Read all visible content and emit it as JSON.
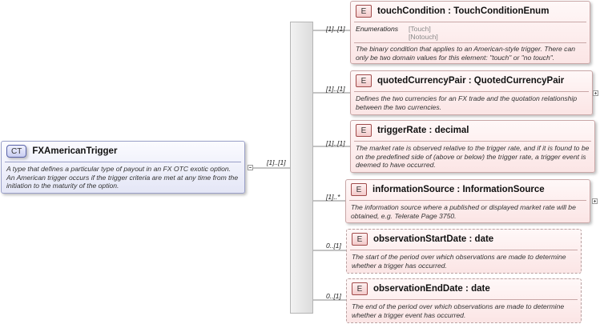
{
  "complex_type": {
    "badge": "CT",
    "name": "FXAmericanTrigger",
    "documentation": "A type that defines a particular type of payout in an FX OTC exotic option. An American trigger occurs if the trigger criteria are met at any time from the initiation to the maturity of the option.",
    "sequence_cardinality": "[1]..[1]"
  },
  "element_badge": "E",
  "elements": [
    {
      "name": "touchCondition",
      "type": "TouchConditionEnum",
      "cardinality": "[1]..[1]",
      "enumerations_label": "Enumerations",
      "enumerations": [
        "[Touch]",
        "[Notouch]"
      ],
      "documentation": "The binary condition that applies to an American-style trigger. There can only be two domain values for this element: \"touch\" or \"no touch\"."
    },
    {
      "name": "quotedCurrencyPair",
      "type": "QuotedCurrencyPair",
      "cardinality": "[1]..[1]",
      "documentation": "Defines the two currencies for an FX trade and the quotation relationship between the two currencies."
    },
    {
      "name": "triggerRate",
      "type": "decimal",
      "cardinality": "[1]..[1]",
      "documentation": "The market rate is observed relative to the trigger rate, and if it is found to be on the predefined side of (above or below) the trigger rate, a trigger event is deemed to have occurred."
    },
    {
      "name": "informationSource",
      "type": "InformationSource",
      "cardinality": "[1]..*",
      "documentation": "The information source where a published or displayed market rate will be obtained, e.g. Telerate Page 3750."
    },
    {
      "name": "observationStartDate",
      "type": "date",
      "cardinality": "0..[1]",
      "documentation": "The start of the period over which observations are made to determine whether a trigger has occurred."
    },
    {
      "name": "observationEndDate",
      "type": "date",
      "cardinality": "0..[1]",
      "documentation": "The end of the period over which observations are made to determine whether a trigger event has occurred."
    }
  ]
}
